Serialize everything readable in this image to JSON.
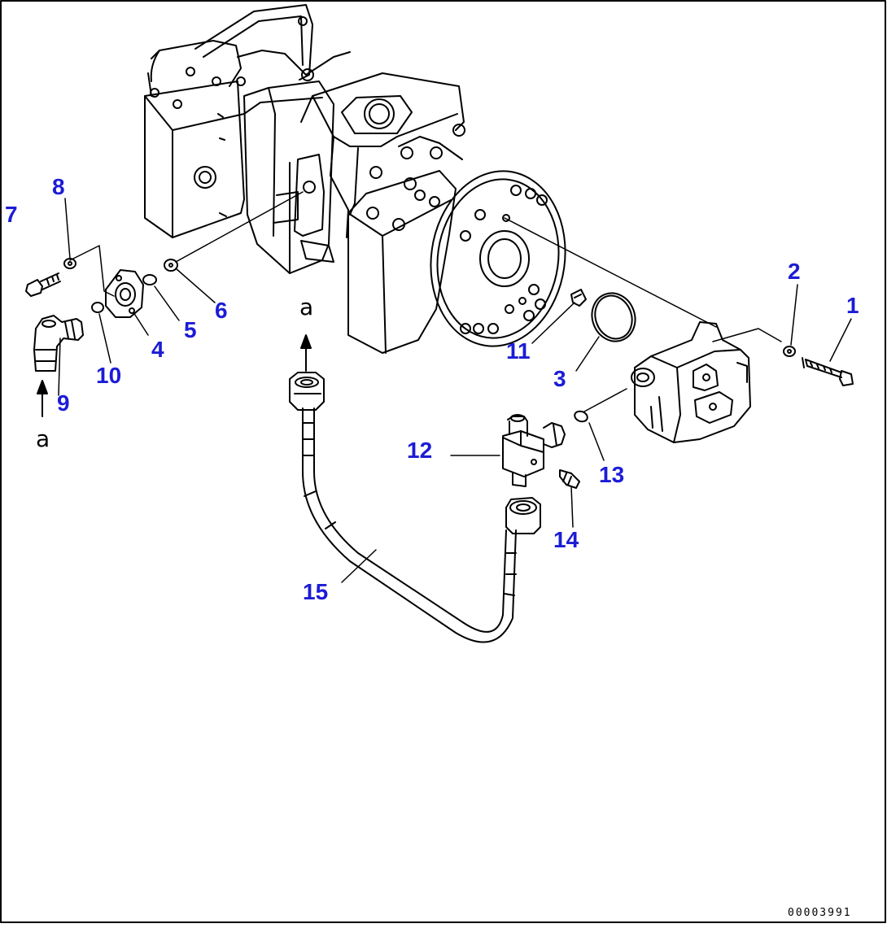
{
  "colors": {
    "callout_text": "#1c1cd6",
    "linework": "#000000",
    "background": "#ffffff"
  },
  "callouts": [
    {
      "id": "c1",
      "label": "1"
    },
    {
      "id": "c2",
      "label": "2"
    },
    {
      "id": "c3",
      "label": "3"
    },
    {
      "id": "c4",
      "label": "4"
    },
    {
      "id": "c5",
      "label": "5"
    },
    {
      "id": "c6",
      "label": "6"
    },
    {
      "id": "c7",
      "label": "7"
    },
    {
      "id": "c8",
      "label": "8"
    },
    {
      "id": "c9",
      "label": "9"
    },
    {
      "id": "c10",
      "label": "10"
    },
    {
      "id": "c11",
      "label": "11"
    },
    {
      "id": "c12",
      "label": "12"
    },
    {
      "id": "c13",
      "label": "13"
    },
    {
      "id": "c14",
      "label": "14"
    },
    {
      "id": "c15",
      "label": "15"
    }
  ],
  "reference_marks": {
    "left": "a",
    "center": "a"
  },
  "drawing_id": "00003991"
}
